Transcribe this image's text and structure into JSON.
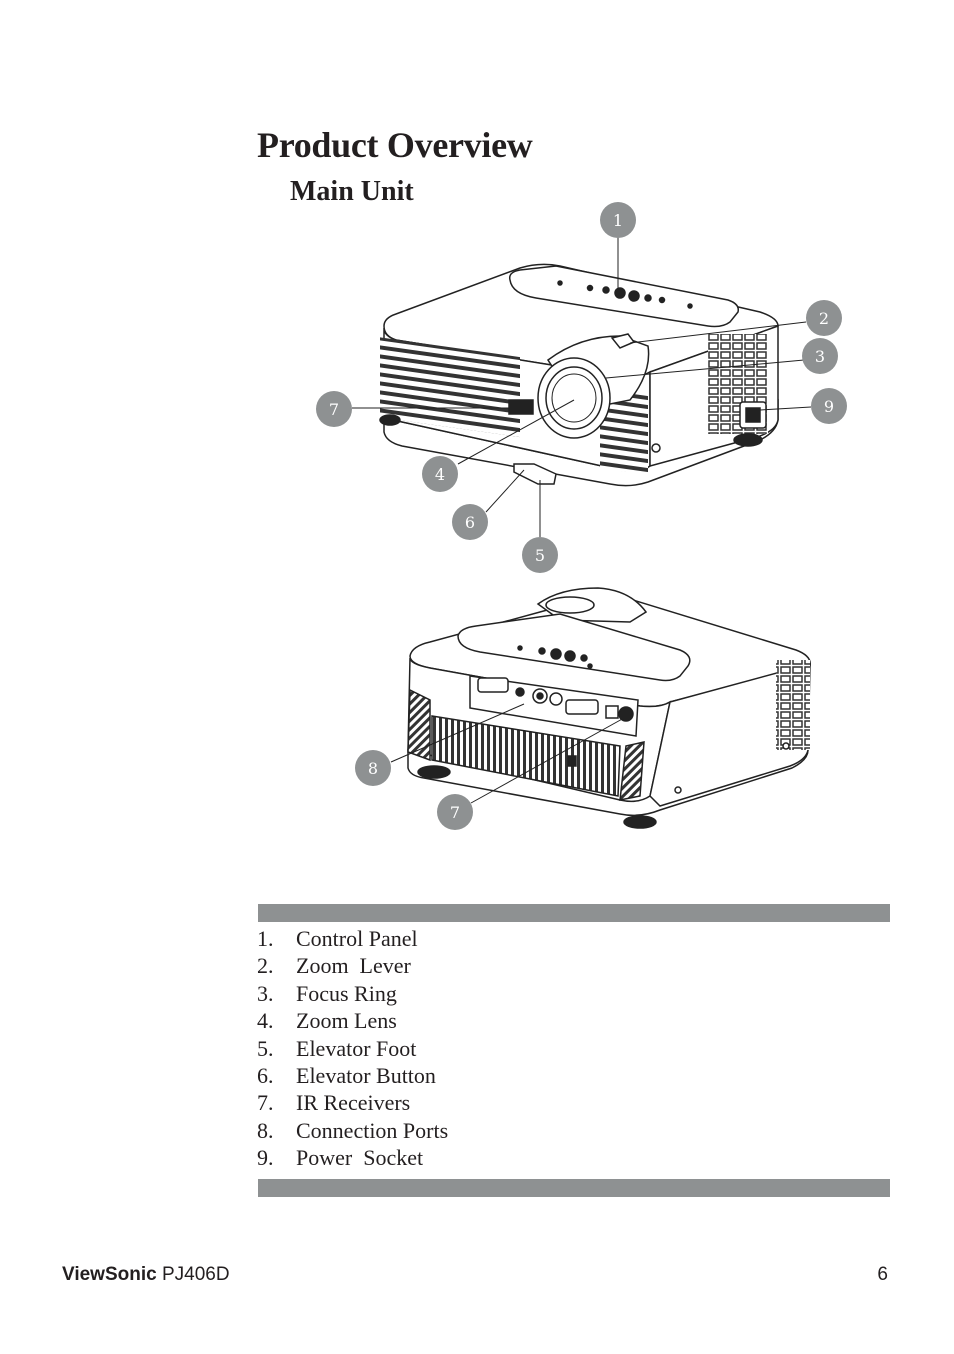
{
  "page": {
    "title": "Product Overview",
    "subtitle": "Main Unit"
  },
  "callouts": [
    "1",
    "2",
    "3",
    "9",
    "7",
    "4",
    "6",
    "5",
    "8",
    "7"
  ],
  "legend": [
    {
      "num": "1.",
      "label": "Control Panel"
    },
    {
      "num": "2.",
      "label": "Zoom  Lever"
    },
    {
      "num": "3.",
      "label": "Focus Ring"
    },
    {
      "num": "4.",
      "label": "Zoom Lens"
    },
    {
      "num": "5.",
      "label": "Elevator Foot"
    },
    {
      "num": "6.",
      "label": "Elevator Button"
    },
    {
      "num": "7.",
      "label": "IR Receivers"
    },
    {
      "num": "8.",
      "label": "Connection Ports"
    },
    {
      "num": "9.",
      "label": "Power  Socket"
    }
  ],
  "footer": {
    "brand": "ViewSonic",
    "model": "PJ406D",
    "page_number": "6"
  },
  "colors": {
    "callout_fill": "#8e9192",
    "bar": "#8e9192",
    "text": "#231f20"
  }
}
